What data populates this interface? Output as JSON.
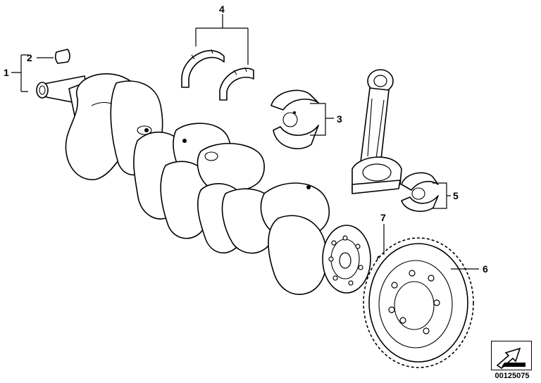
{
  "callouts": {
    "c1": "1",
    "c2": "2",
    "c3": "3",
    "c4": "4",
    "c5": "5",
    "c6": "6",
    "c7": "7"
  },
  "parts": {
    "crankshaft": "crankshaft",
    "key": "woodruff-key",
    "thrust_washers": "thrust-bearing-halves",
    "main_bearing": "main-bearing-shells",
    "connecting_rod": "connecting-rod",
    "rod_bearing": "rod-bearing-shells",
    "trigger_wheel": "increment-wheel",
    "dowel_pin": "dowel-pin"
  },
  "footer": {
    "doc_number": "00125075",
    "icon": "arrow-pointer-icon"
  }
}
